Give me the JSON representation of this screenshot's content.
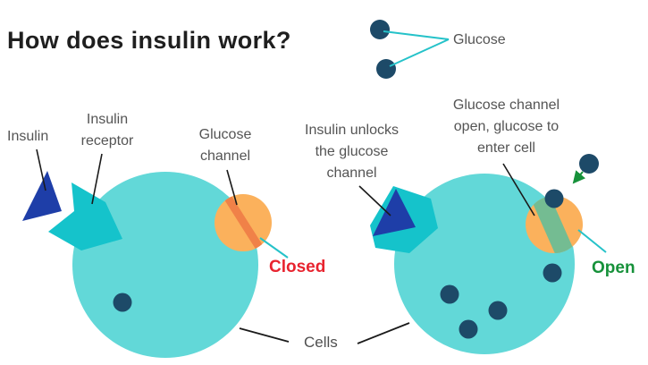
{
  "title": "How does insulin work?",
  "colors": {
    "cell": "#62d8d8",
    "receptor": "#15c3cb",
    "insulin": "#1e3ea8",
    "glucose_dot": "#1d4a68",
    "channel": "#fbb15c",
    "closed_stripe": "#f08148",
    "open_band": "#74bc92",
    "closed_text": "#e8242f",
    "open_text": "#16913a",
    "pointer_teal": "#25c2c9",
    "pointer_black": "#1a1a1a",
    "label_gray": "#545454",
    "title_color": "#1f1f1f",
    "arrow_green": "#16913a"
  },
  "legend": {
    "glucose": "Glucose"
  },
  "left": {
    "insulin": "Insulin",
    "receptor": "Insulin\nreceptor",
    "channel": "Glucose\nchannel",
    "status": "Closed"
  },
  "right": {
    "unlock": "Insulin unlocks\nthe glucose\nchannel",
    "channel_open": "Glucose channel\nopen, glucose to\nenter cell",
    "status": "Open"
  },
  "cells": "Cells"
}
